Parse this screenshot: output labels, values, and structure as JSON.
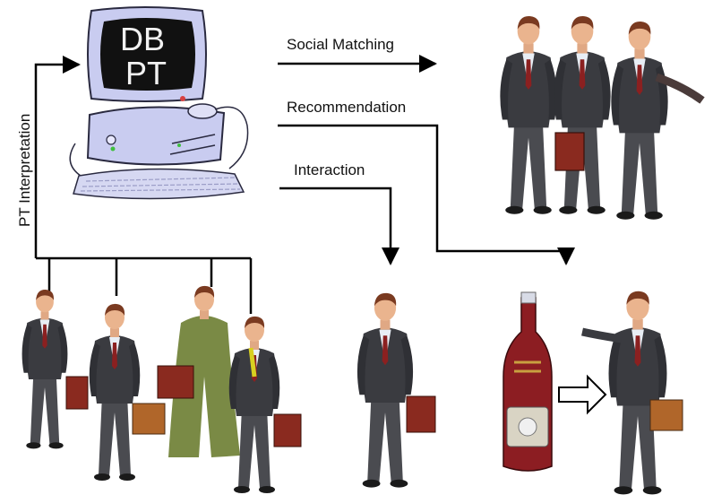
{
  "computer": {
    "screen_line1": "DB",
    "screen_line2": "PT"
  },
  "flows": {
    "social_matching": "Social Matching",
    "recommendation": "Recommendation",
    "interaction": "Interaction",
    "pt_interpretation": "PT Interpretation"
  },
  "colors": {
    "monitor_body": "#c9ccf0",
    "screen": "#111111",
    "suit_dark": "#3a3b40",
    "suit_grey": "#55565c",
    "coat_green": "#7a8a45",
    "briefcase": "#8a2a1f",
    "briefcase_tan": "#b0662a",
    "bottle": "#8c1d22",
    "line": "#000000"
  }
}
